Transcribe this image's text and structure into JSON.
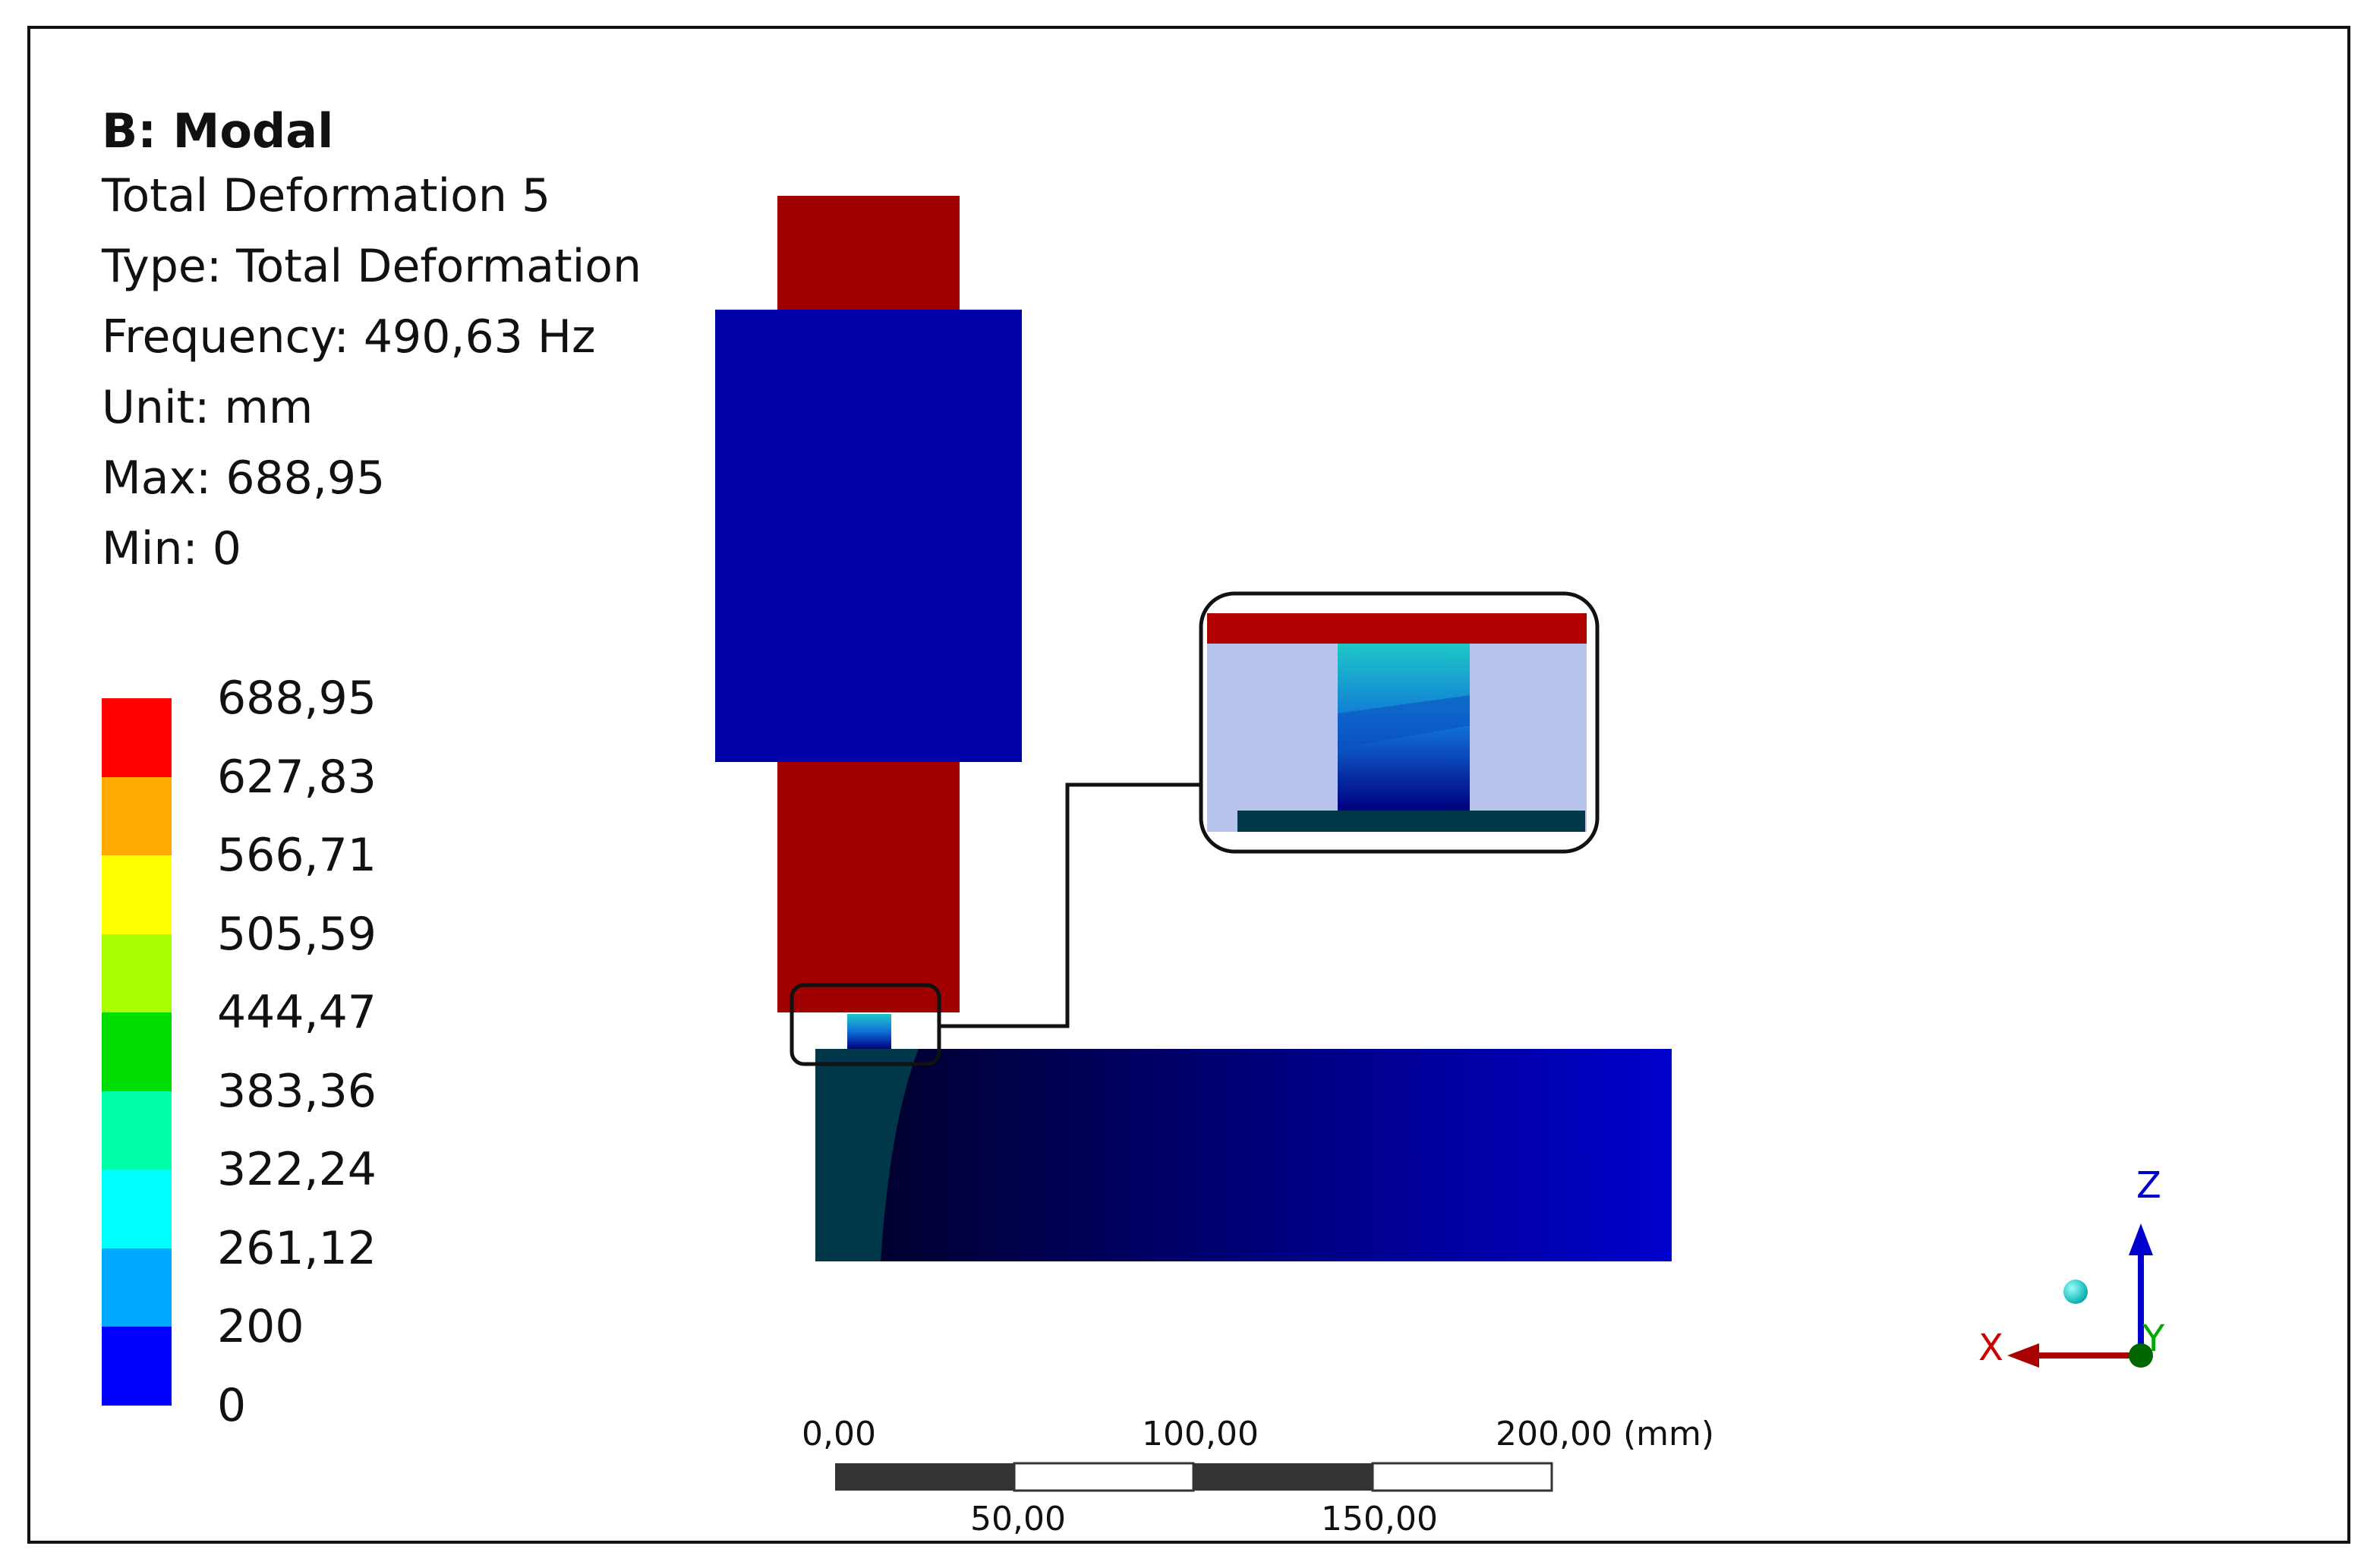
{
  "info": {
    "title": "B: Modal",
    "lines": [
      "Total Deformation 5",
      "Type: Total Deformation",
      "Frequency: 490,63 Hz",
      "Unit: mm",
      "Max: 688,95",
      "Min: 0"
    ]
  },
  "legend": {
    "labels": [
      "688,95",
      "627,83",
      "566,71",
      "505,59",
      "444,47",
      "383,36",
      "322,24",
      "261,12",
      "200",
      "0"
    ],
    "colors": [
      "#ff0000",
      "#ffaa00",
      "#ffff00",
      "#aaff00",
      "#00dd00",
      "#00ffaa",
      "#00ffff",
      "#00aaff",
      "#0000ff"
    ]
  },
  "scale": {
    "top_labels": [
      "0,00",
      "100,00",
      "200,00 (mm)"
    ],
    "bottom_labels": [
      "50,00",
      "150,00"
    ]
  },
  "axes": {
    "x_label": "X",
    "y_label": "Y",
    "z_label": "Z",
    "colors": {
      "x": "#cc0000",
      "y": "#00aa00",
      "z": "#0000cc"
    }
  },
  "model_colors": {
    "red_part": "#a00000",
    "blue_part": "#0000a8",
    "base_dark": "#00384a",
    "zoom_background": "#b8c4ec"
  }
}
